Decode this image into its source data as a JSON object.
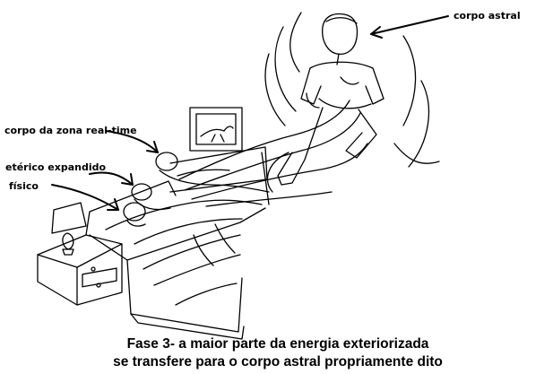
{
  "labels": {
    "astral": "corpo astral",
    "realtime": "corpo da zona real-time",
    "eterico": "etérico expandido",
    "fisico": "físico"
  },
  "caption": {
    "line1": "Fase 3- a maior parte da energia exteriorizada",
    "line2": "se transfere para o corpo astral propriamente dito"
  },
  "colors": {
    "ink": "#000000",
    "paper": "#ffffff"
  }
}
